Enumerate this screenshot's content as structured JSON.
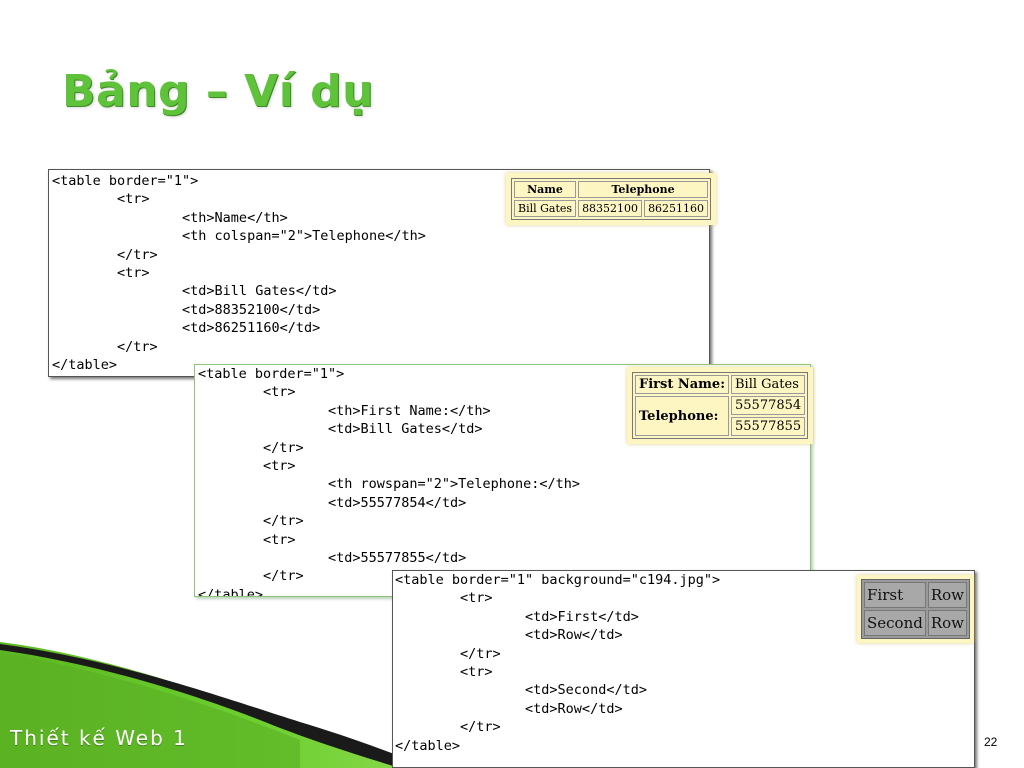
{
  "slide": {
    "title": "Bảng – Ví dụ",
    "footer": "Thiết kế Web 1",
    "page_number": "22"
  },
  "examples": [
    {
      "code": "<table border=\"1\">\n        <tr>\n                <th>Name</th>\n                <th colspan=\"2\">Telephone</th>\n        </tr>\n        <tr>\n                <td>Bill Gates</td>\n                <td>88352100</td>\n                <td>86251160</td>\n        </tr>\n</table>",
      "preview": {
        "header_name": "Name",
        "header_telephone": "Telephone",
        "row_name": "Bill Gates",
        "row_tel1": "88352100",
        "row_tel2": "86251160"
      }
    },
    {
      "code": "<table border=\"1\">\n        <tr>\n                <th>First Name:</th>\n                <td>Bill Gates</td>\n        </tr>\n        <tr>\n                <th rowspan=\"2\">Telephone:</th>\n                <td>55577854</td>\n        </tr>\n        <tr>\n                <td>55577855</td>\n        </tr>\n</table>",
      "preview": {
        "first_name_label": "First Name:",
        "first_name_value": "Bill Gates",
        "telephone_label": "Telephone:",
        "tel1": "55577854",
        "tel2": "55577855"
      }
    },
    {
      "code": "<table border=\"1\" background=\"c194.jpg\">\n        <tr>\n                <td>First</td>\n                <td>Row</td>\n        </tr>\n        <tr>\n                <td>Second</td>\n                <td>Row</td>\n        </tr>\n</table>",
      "preview": {
        "r1c1": "First",
        "r1c2": "Row",
        "r2c1": "Second",
        "r2c2": "Row"
      }
    }
  ],
  "colors": {
    "title": "#5ec23a",
    "accent_green": "#6ccf2f",
    "preview_background": "#fdf5c2"
  }
}
